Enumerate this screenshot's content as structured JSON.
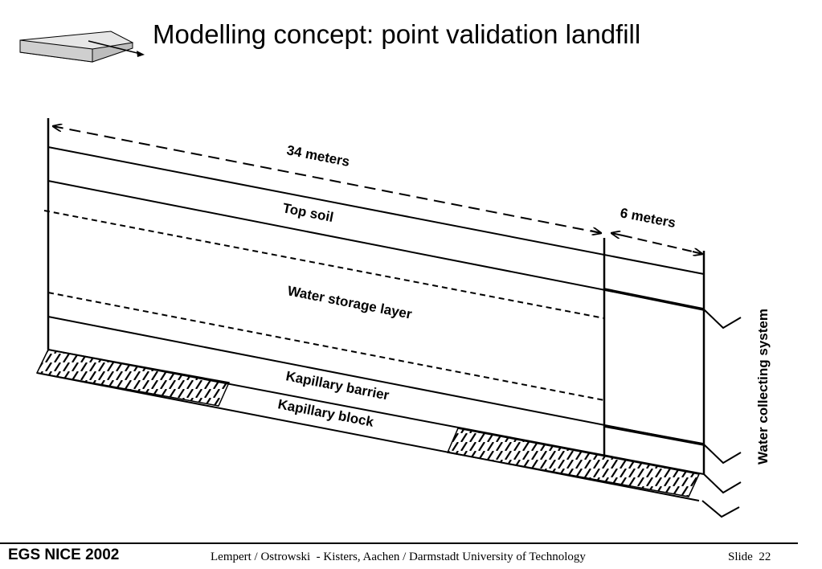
{
  "title": "Modelling concept: point validation landfill",
  "diagram": {
    "labels": {
      "length_main": "34 meters",
      "length_drain": "6 meters",
      "top_soil": "Top soil",
      "water_storage": "Water storage layer",
      "kapillary_barrier": "Kapillary barrier",
      "kapillary_block": "Kapillary block",
      "water_collecting": "Water collecting system"
    }
  },
  "footer": {
    "left": "EGS NICE 2002",
    "center": "Lempert / Ostrowski  - Kisters, Aachen / Darmstadt University of Technology",
    "right": "Slide  22"
  }
}
